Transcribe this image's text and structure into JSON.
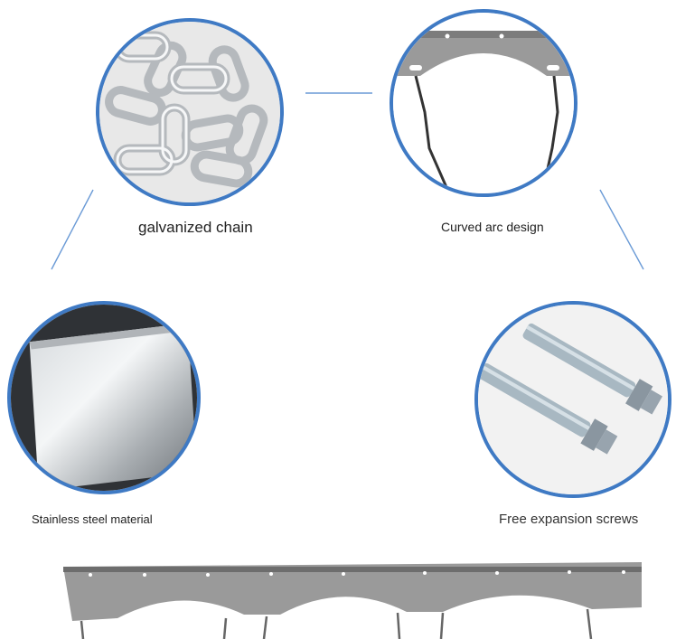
{
  "features": {
    "chain": {
      "caption": "galvanized chain",
      "icon": "chain-icon"
    },
    "arc": {
      "caption": "Curved arc design",
      "icon": "arc-bracket-icon"
    },
    "steel": {
      "caption": "Stainless steel material",
      "icon": "steel-sheet-icon"
    },
    "screws": {
      "caption": "Free expansion screws",
      "icon": "expansion-screw-icon"
    }
  },
  "colors": {
    "ring": "#3f7ac4",
    "connector": "#5b8fd0",
    "metal": "#9a9a9a"
  }
}
